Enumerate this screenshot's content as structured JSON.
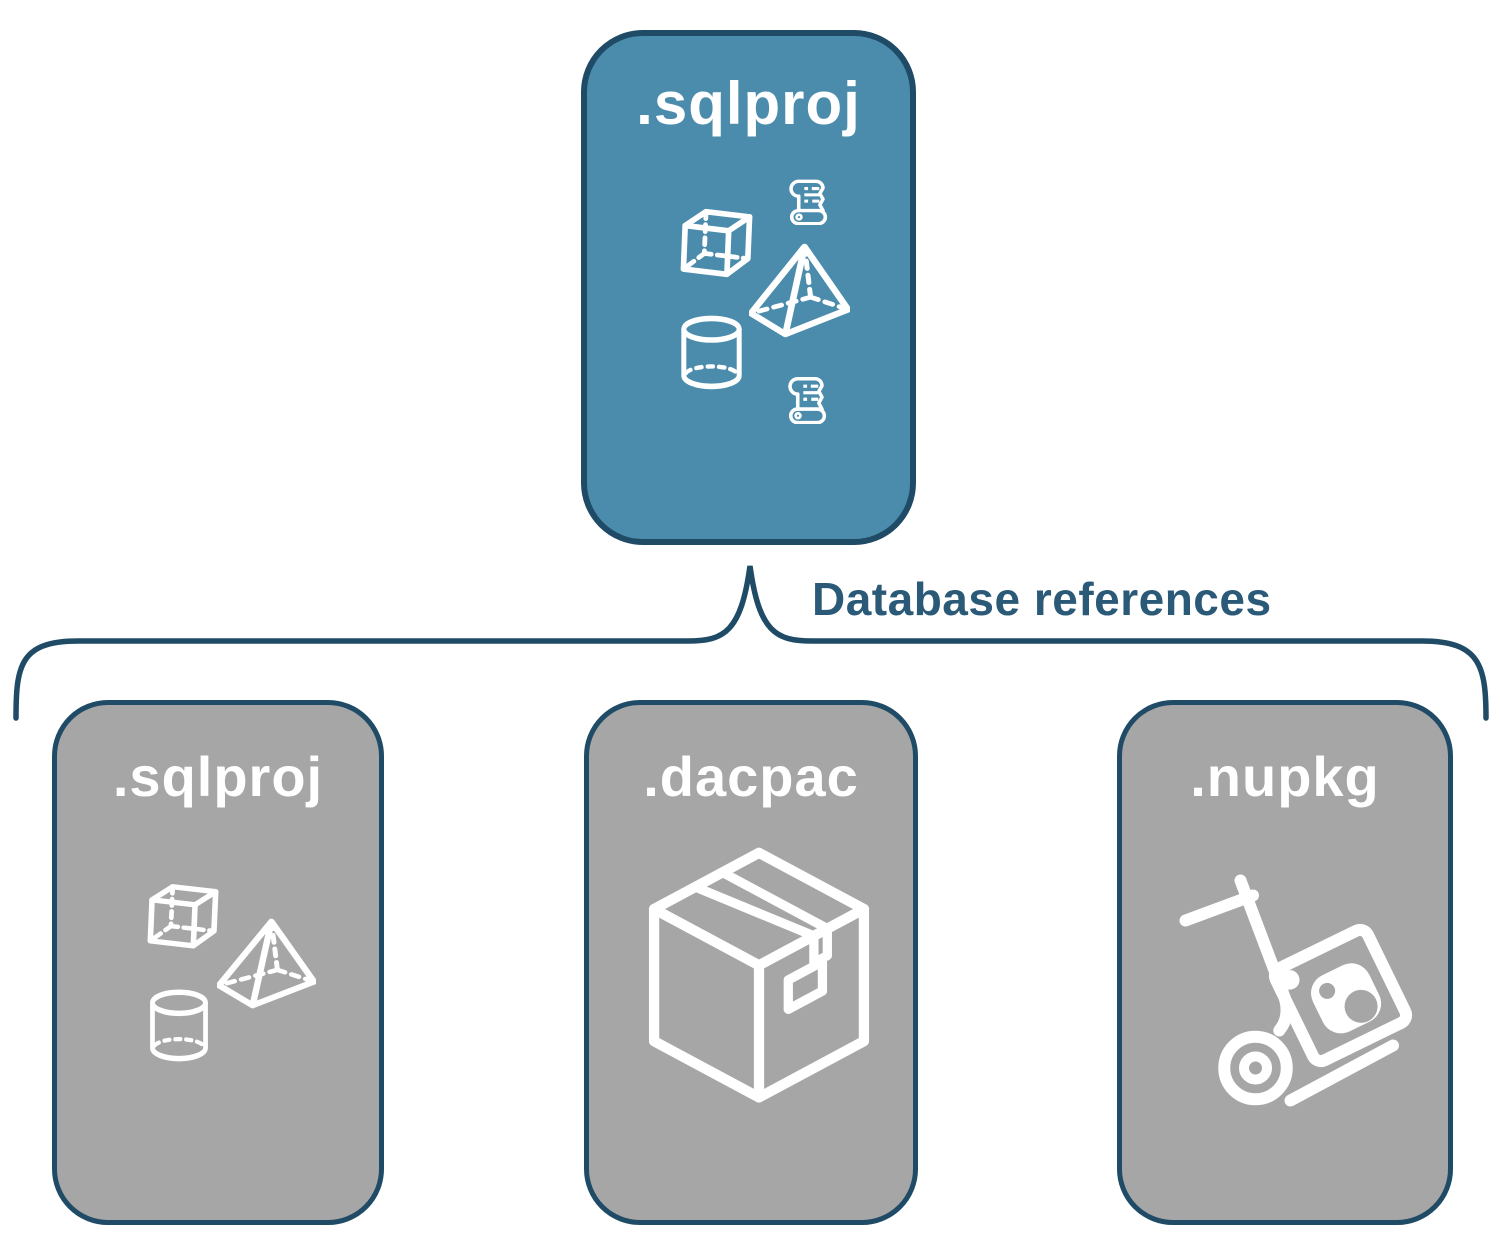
{
  "colors": {
    "root_fill": "#4B8CAD",
    "child_fill": "#A6A6A6",
    "border": "#1F4B66",
    "node_label_text": "#FFFFFF",
    "connector": "#2B5A78",
    "background": "#FFFFFF"
  },
  "connector": {
    "label": "Database references"
  },
  "root_node": {
    "label": ".sqlproj",
    "icons": [
      "scroll-icon",
      "cube-icon",
      "pyramid-icon",
      "cylinder-icon",
      "scroll-icon"
    ]
  },
  "child_nodes": [
    {
      "label": ".sqlproj",
      "icons": [
        "cube-icon",
        "pyramid-icon",
        "cylinder-icon"
      ]
    },
    {
      "label": ".dacpac",
      "icons": [
        "package-box-icon"
      ]
    },
    {
      "label": ".nupkg",
      "icons": [
        "nuget-hand-truck-icon"
      ]
    }
  ]
}
